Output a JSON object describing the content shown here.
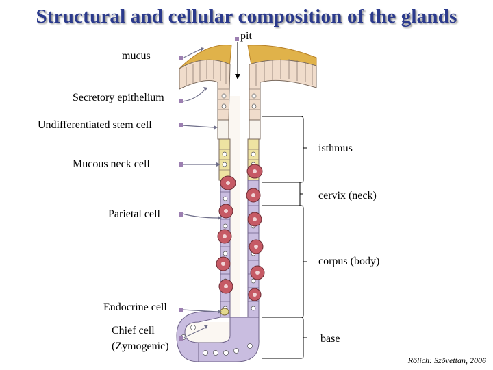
{
  "title": "Structural and cellular composition of the glands",
  "labels": {
    "pit": "pit",
    "mucus": "mucus",
    "secretory_epithelium": "Secretory epithelium",
    "stem_cell": "Undifferentiated stem cell",
    "mucous_neck_cell": "Mucous neck cell",
    "parietal_cell": "Parietal cell",
    "endocrine_cell": "Endocrine cell",
    "chief_cell_line1": "Chief cell",
    "chief_cell_line2": "(Zymogenic)"
  },
  "regions": {
    "isthmus": "isthmus",
    "cervix": "cervix (neck)",
    "corpus": "corpus (body)",
    "base": "base"
  },
  "credit": "Rölich: Szövettan, 2006",
  "colors": {
    "title": "#2b3a8c",
    "bullet": "#9c7fb1",
    "mucus": "#e0b24a",
    "foveolar_cell": "#f0dccb",
    "stem_cell": "#f7f3ec",
    "neck_cell": "#eee3a2",
    "parietal_cell": "#c65a65",
    "chief_cell": "#c9bde0",
    "endocrine_cell": "#e4da8e"
  }
}
